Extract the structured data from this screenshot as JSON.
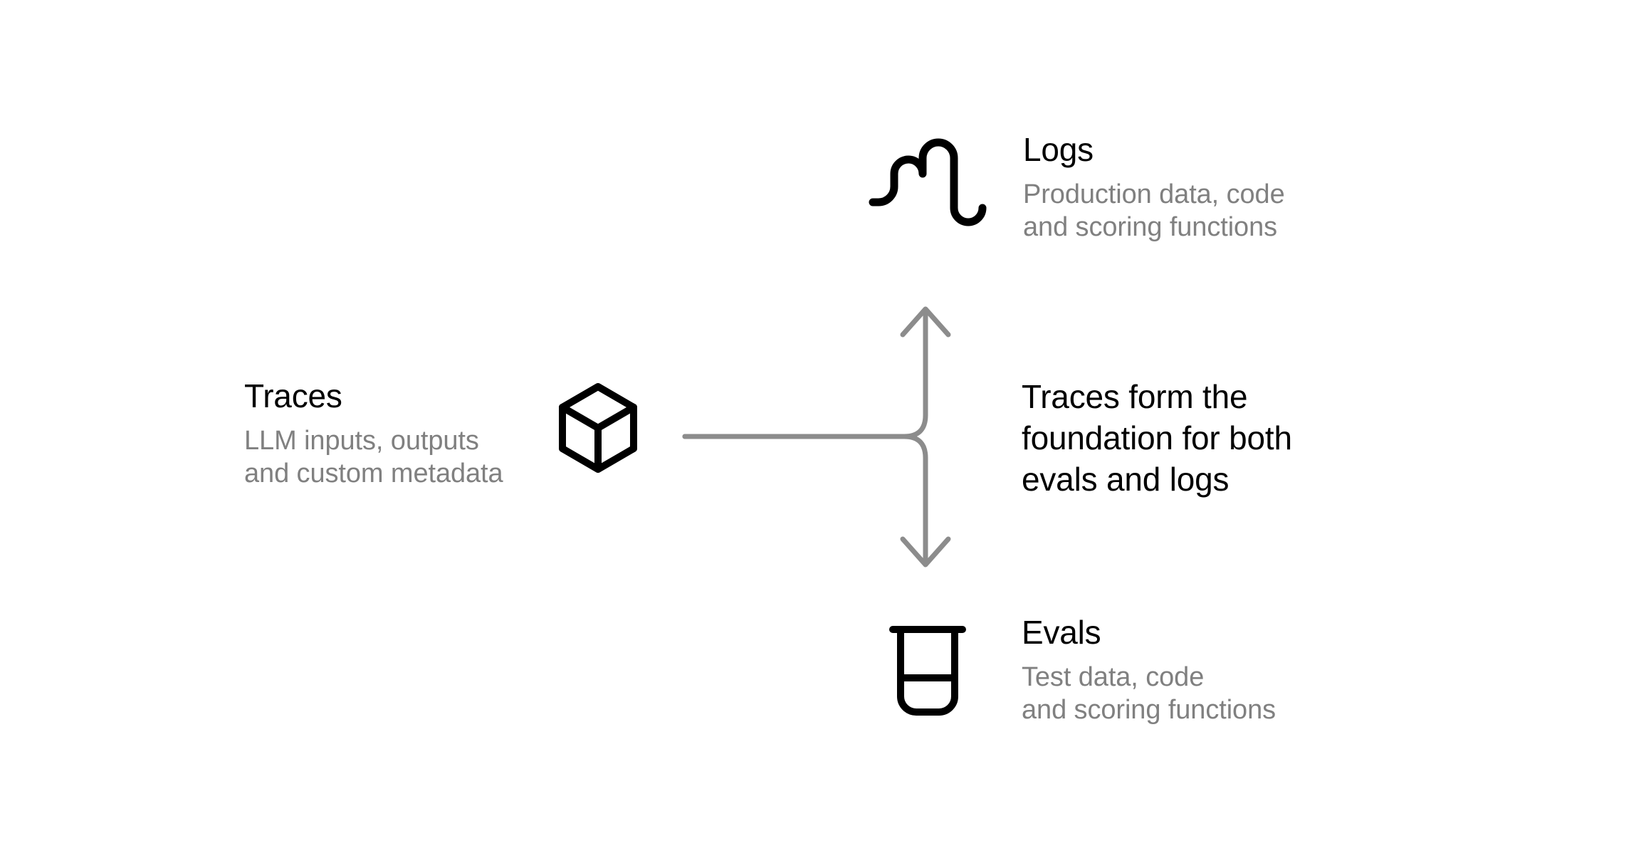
{
  "diagram": {
    "background_color": "#ffffff",
    "line_color": "#8c8c8c",
    "icon_color": "#000000",
    "title_color": "#000000",
    "subtitle_color": "#808080",
    "nodes": {
      "traces": {
        "title": "Traces",
        "subtitle_line1": "LLM inputs, outputs",
        "subtitle_line2": "and custom metadata",
        "icon": "cube-icon"
      },
      "logs": {
        "title": "Logs",
        "subtitle_line1": "Production data, code",
        "subtitle_line2": "and scoring functions",
        "icon": "waveform-icon"
      },
      "evals": {
        "title": "Evals",
        "subtitle_line1": "Test data, code",
        "subtitle_line2": "and scoring functions",
        "icon": "beaker-icon"
      }
    },
    "statement": {
      "line1": "Traces form the",
      "line2": "foundation for both",
      "line3": "evals and logs"
    },
    "connector": {
      "from": "traces",
      "to_up": "logs",
      "to_down": "evals",
      "style": "split-branch-arrows"
    }
  }
}
